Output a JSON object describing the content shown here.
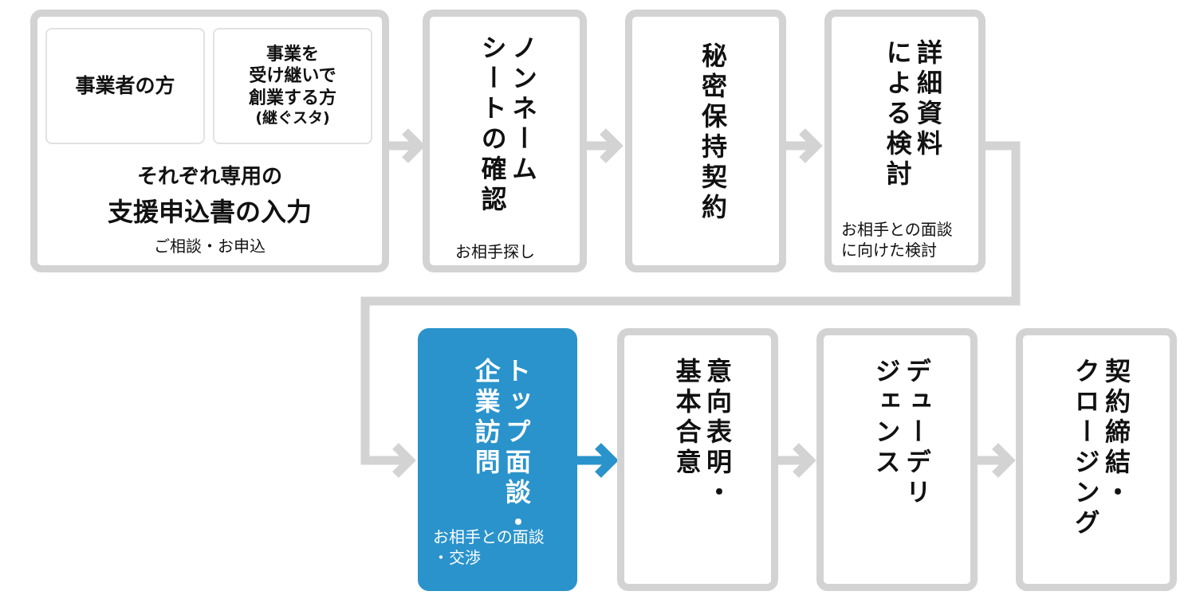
{
  "colors": {
    "border": "#d3d3d3",
    "accent": "#2a93cc",
    "text": "#111111"
  },
  "step1": {
    "option_a": "事業者の方",
    "option_b_lines": [
      "事業を",
      "受け継いで",
      "創業する方"
    ],
    "option_b_note": "(継ぐスタ)",
    "title_line1": "それぞれ専用の",
    "title_line2": "支援申込書の入力",
    "caption": "ご相談・お申込"
  },
  "step2": {
    "title": "ノンネーム\nシートの確認",
    "caption": "お相手探し"
  },
  "step3": {
    "title": "秘密保持契約"
  },
  "step4": {
    "title": "詳細資料\nによる検討",
    "caption": "お相手との面談\nに向けた検討"
  },
  "step5": {
    "title": "トップ面談・\n企業訪問",
    "caption": "お相手との面談\n・交渉"
  },
  "step6": {
    "title": "意向表明・\n基本合意"
  },
  "step7": {
    "title": "デューデリ\nジェンス"
  },
  "step8": {
    "title": "契約締結・\nクロージング"
  }
}
